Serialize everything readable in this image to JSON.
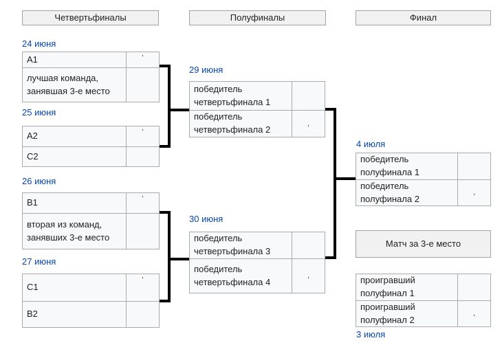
{
  "colors": {
    "link": "#0645ad",
    "cell_bg": "#f8f9fa",
    "cell_border": "#aaaaaa",
    "header_bg": "#f1f1f1",
    "header_border": "#a2a2a2",
    "text": "#202122",
    "connector": "#000000",
    "page_bg": "#ffffff"
  },
  "headers": {
    "quarterfinals": "Четвертьфиналы",
    "semifinals": "Полуфиналы",
    "final": "Финал",
    "third_place": "Матч за 3-е место"
  },
  "matches": {
    "qf1": {
      "date": "24 июня",
      "team1": "A1",
      "score1": "'",
      "team2": "лучшая команда, занявшая 3-е место",
      "score2": ""
    },
    "qf2": {
      "date": "25 июня",
      "team1": "A2",
      "score1": "'",
      "team2": "C2",
      "score2": ""
    },
    "qf3": {
      "date": "26 июня",
      "team1": "B1",
      "score1": "'",
      "team2": "вторая из команд, занявших 3-е место",
      "score2": ""
    },
    "qf4": {
      "date": "27 июня",
      "team1": "C1",
      "score1": "'",
      "team2": "B2",
      "score2": ""
    },
    "sf1": {
      "date": "29 июня",
      "team1": "победитель четвертьфинала 1",
      "score1": "",
      "team2": "победитель четвертьфинала 2",
      "score2": ","
    },
    "sf2": {
      "date": "30 июня",
      "team1": "победитель четвертьфинала 3",
      "score1": "",
      "team2": "победитель четвертьфинала 4",
      "score2": ","
    },
    "final": {
      "date": "4 июля",
      "team1": "победитель полуфинала 1",
      "score1": "",
      "team2": "победитель полуфинала 2",
      "score2": ","
    },
    "third": {
      "date": "3 июля",
      "team1": "проигравший полуфинал 1",
      "score1": "",
      "team2": "проигравший полуфинал 2",
      "score2": ","
    }
  }
}
